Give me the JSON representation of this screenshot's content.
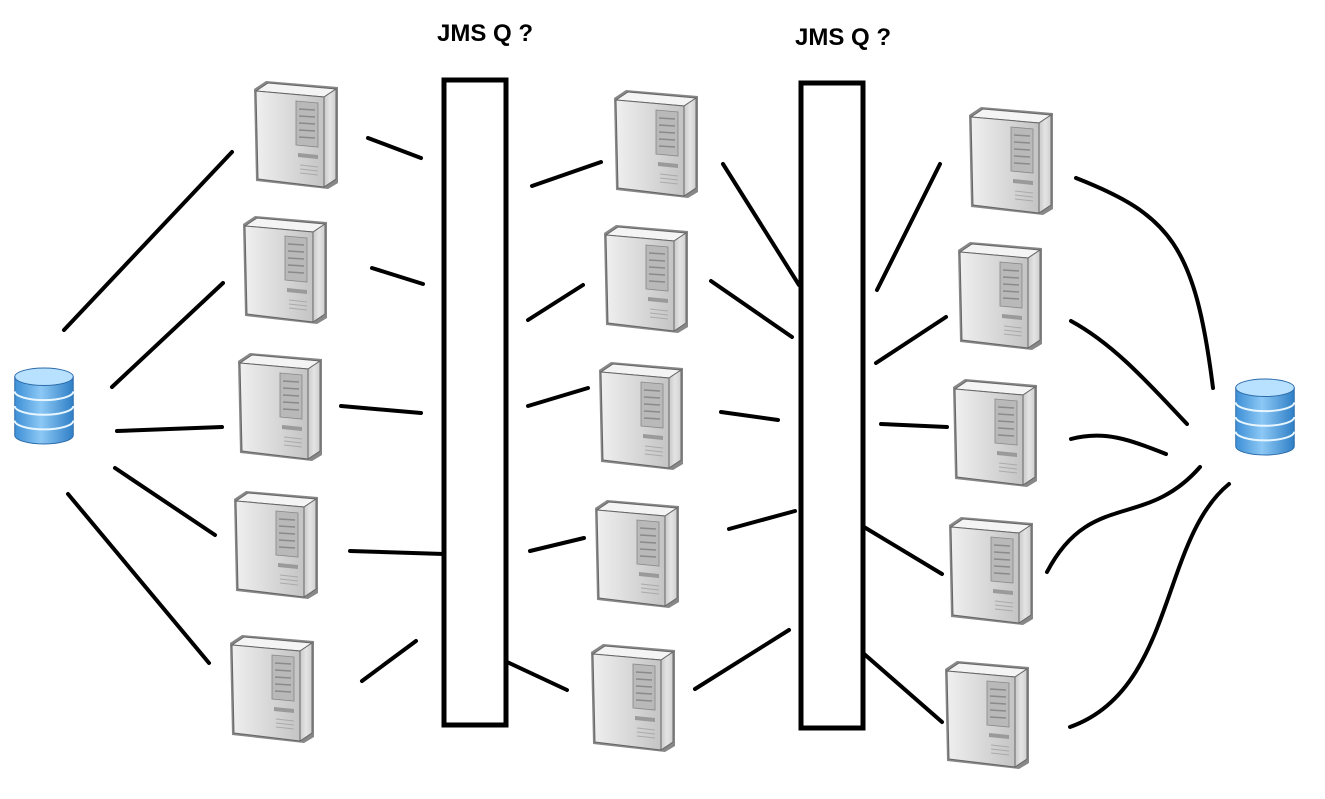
{
  "diagram": {
    "queues": [
      {
        "id": "queue-1",
        "label": "JMS Q ?"
      },
      {
        "id": "queue-2",
        "label": "JMS Q ?"
      }
    ],
    "databases": [
      {
        "id": "database-source",
        "icon": "database-icon",
        "color": "#4a9fe0"
      },
      {
        "id": "database-sink",
        "icon": "database-icon",
        "color": "#4a9fe0"
      }
    ],
    "server_columns": [
      {
        "id": "producers",
        "count": 5,
        "icon": "server-tower-icon"
      },
      {
        "id": "processors",
        "count": 5,
        "icon": "server-tower-icon"
      },
      {
        "id": "consumers",
        "count": 5,
        "icon": "server-tower-icon"
      }
    ],
    "colors": {
      "line": "#000000",
      "server_body": "#d4d4d4",
      "database": "#4a9fe0"
    }
  }
}
